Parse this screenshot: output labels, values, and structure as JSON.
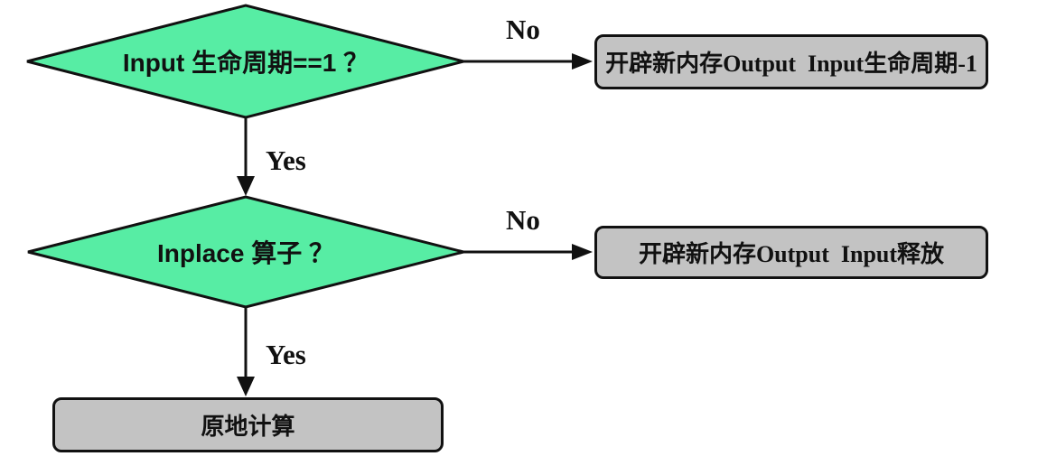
{
  "diagram": {
    "type": "flowchart",
    "background": "#ffffff",
    "colors": {
      "decision_fill": "#57eda4",
      "process_fill": "#c3c3c3",
      "outline": "#111111",
      "text": "#111111"
    },
    "nodes": {
      "decision_lifecycle": {
        "label": "Input 生命周期==1 ？",
        "shape": "diamond"
      },
      "decision_inplace": {
        "label": "Inplace 算子 ？",
        "shape": "diamond"
      },
      "process_new_memory_decrement": {
        "label": "开辟新内存Output  Input生命周期-1",
        "shape": "rounded-rect"
      },
      "process_new_memory_release": {
        "label": "开辟新内存Output  Input释放",
        "shape": "rounded-rect"
      },
      "process_inplace_compute": {
        "label": "原地计算",
        "shape": "rounded-rect"
      }
    },
    "edges": {
      "lifecycle_no": "No",
      "lifecycle_yes": "Yes",
      "inplace_no": "No",
      "inplace_yes": "Yes"
    }
  }
}
